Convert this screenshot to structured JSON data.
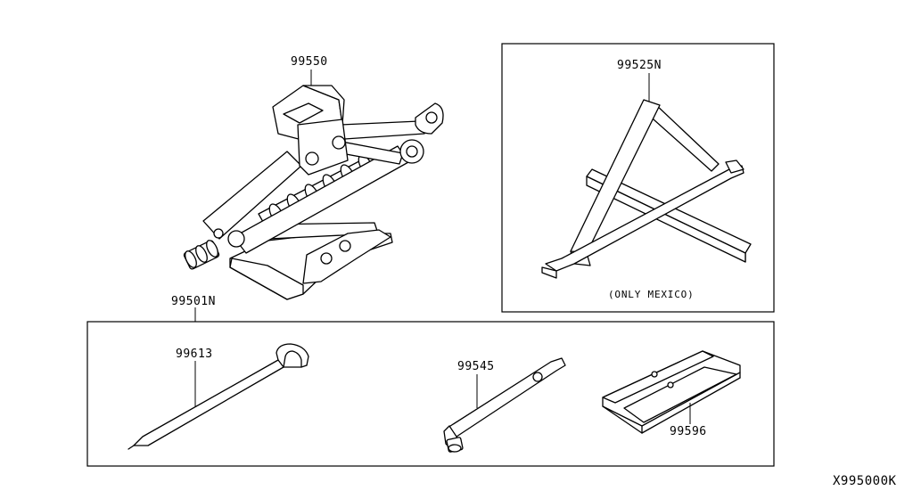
{
  "diagram": {
    "parts": {
      "jack": "99550",
      "warning_triangle": "99525N",
      "tool_kit": "99501N",
      "jack_handle_rod": "99613",
      "wheel_wrench": "99545",
      "tool_tray": "99596"
    },
    "triangle_note": "(ONLY MEXICO)",
    "diagram_code": "X995000K"
  }
}
